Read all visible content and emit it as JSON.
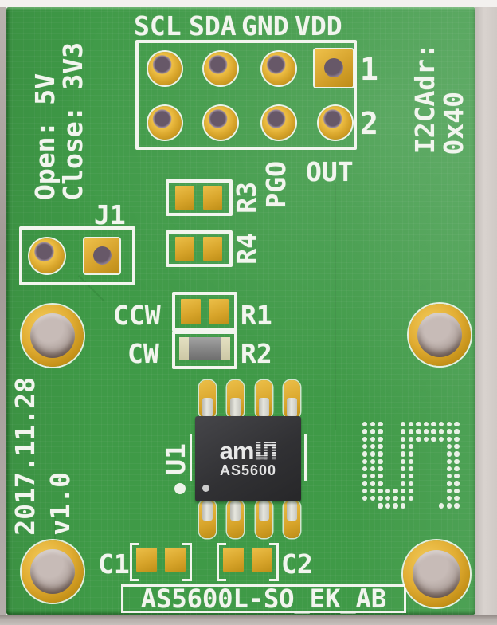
{
  "silkscreen": {
    "header_labels": [
      "SCL",
      "SDA",
      "GND",
      "VDD"
    ],
    "pin1_label": "1",
    "pin2_label": "2",
    "pgo_label": "PGO",
    "out_label": "OUT",
    "r3_label": "R3",
    "r4_label": "R4",
    "j1_label": "J1",
    "jumper_note_open": "Open: 5V",
    "jumper_note_close": "Close: 3V3",
    "i2c_addr_line1": "I2CAdr:",
    "i2c_addr_line2": "0x40",
    "ccw_label": "CCW",
    "cw_label": "CW",
    "r1_label": "R1",
    "r2_label": "R2",
    "u1_label": "U1",
    "c1_label": "C1",
    "c2_label": "C2",
    "date_label": "2017.11.28",
    "version_label": "v1.0",
    "board_name": "AS5600L-SO_EK_AB"
  },
  "chip": {
    "brand": "am",
    "part": "AS5600"
  },
  "ams_dot_logo": {
    "rows": [
      "1110011111111",
      "1110011111111",
      "1110011111111",
      "1110011000011",
      "1110011000011",
      "1110011000011",
      "1110011000011",
      "1110011000011",
      "1110011000011",
      "1111111000011",
      "1111111000011",
      "0011110000111"
    ]
  },
  "colors": {
    "board_green": "#3f9a47",
    "board_green_light": "#4da555",
    "pad_gold": "#d8a52b",
    "silkscreen_white": "#f2f5ee",
    "chip_body_black": "#313134",
    "frame_gray": "#d8d2ce"
  }
}
